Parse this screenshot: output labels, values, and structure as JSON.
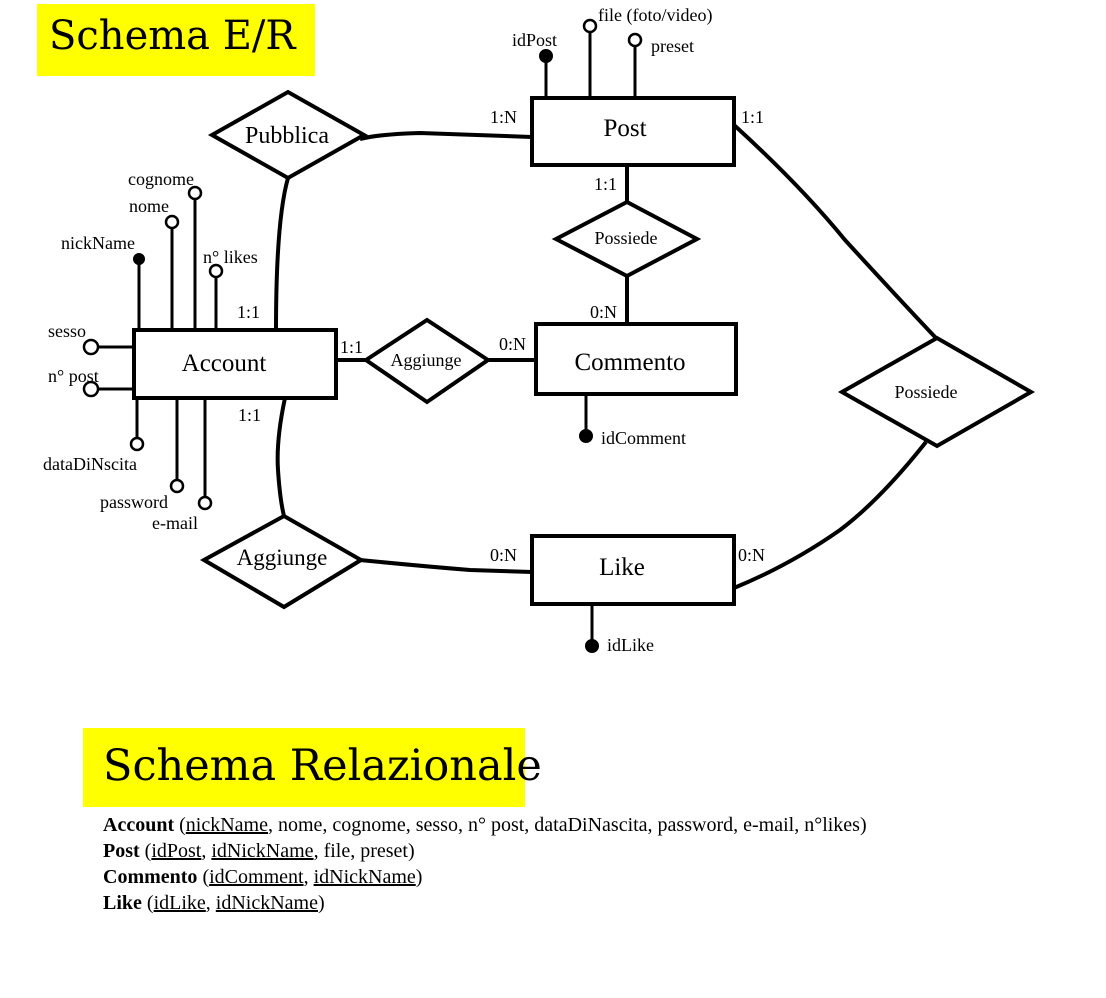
{
  "titles": {
    "er": "Schema  E/R",
    "relational": "Schema Relazionale"
  },
  "entities": {
    "post": "Post",
    "account": "Account",
    "commento": "Commento",
    "like": "Like"
  },
  "relationships": {
    "pubblica": "Pubblica",
    "possiede_post_commento": "Possiede",
    "aggiunge_commento": "Aggiunge",
    "possiede_post_like": "Possiede",
    "aggiunge_like": "Aggiunge"
  },
  "cardinalities": {
    "post_pubblica": "1:N",
    "post_possiede_like": "1:1",
    "post_possiede_commento": "1:1",
    "account_pubblica": "1:1",
    "account_aggiunge_commento": "1:1",
    "commento_aggiunge": "0:N",
    "commento_possiede": "0:N",
    "account_aggiunge_like": "1:1",
    "like_aggiunge": "0:N",
    "like_possiede": "0:N"
  },
  "attributes": {
    "post_file": "file (foto/video)",
    "post_id": "idPost",
    "post_preset": "preset",
    "account_cognome": "cognome",
    "account_nome": "nome",
    "account_nickname": "nickName",
    "account_likes": "n° likes",
    "account_sesso": "sesso",
    "account_npost": "n° post",
    "account_birth": "dataDiNscita",
    "account_password": "password",
    "account_email": "e-mail",
    "commento_id": "idComment",
    "like_id": "idLike"
  },
  "relational_schema": [
    {
      "name": "Account",
      "open": " (",
      "attrs": [
        {
          "text": "nickName",
          "key": true
        },
        {
          "text": ", nome, cognome, sesso, n° post, dataDiNascita, password, e-mail, n°likes",
          "key": false
        }
      ],
      "close": ")"
    },
    {
      "name": "Post",
      "open": " (",
      "attrs": [
        {
          "text": "idPost",
          "key": true
        },
        {
          "text": ", ",
          "key": false
        },
        {
          "text": "idNickName",
          "key": true
        },
        {
          "text": ", file, preset",
          "key": false
        }
      ],
      "close": ")"
    },
    {
      "name": "Commento",
      "open": " (",
      "attrs": [
        {
          "text": "idComment",
          "key": true
        },
        {
          "text": ", ",
          "key": false
        },
        {
          "text": "idNickName",
          "key": true
        }
      ],
      "close": ")"
    },
    {
      "name": "Like",
      "open": " (",
      "attrs": [
        {
          "text": "idLike",
          "key": true
        },
        {
          "text": ", ",
          "key": false
        },
        {
          "text": "idNickName",
          "key": true
        }
      ],
      "close": ")"
    }
  ]
}
